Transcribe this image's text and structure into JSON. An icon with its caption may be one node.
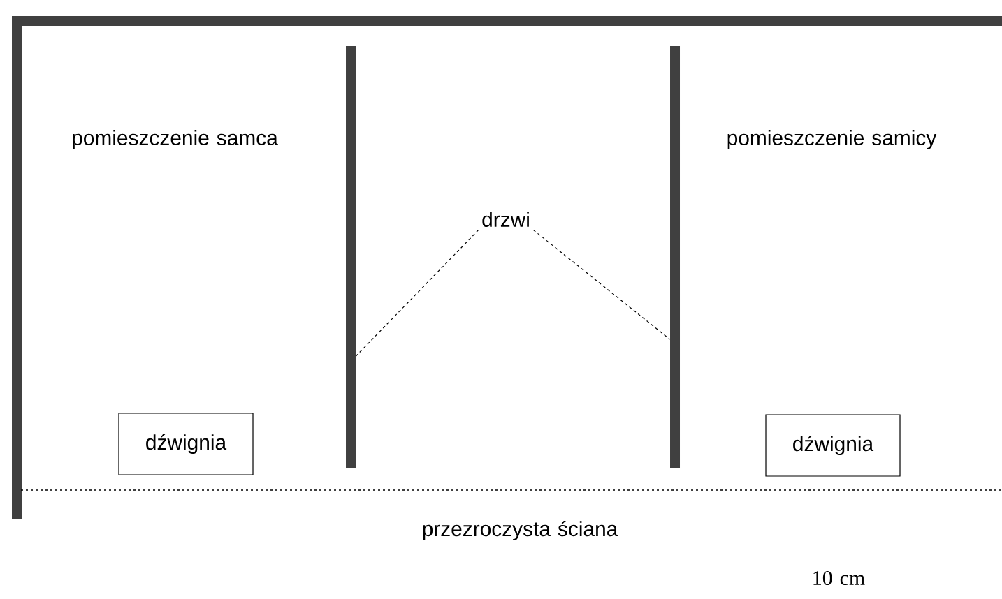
{
  "diagram": {
    "nodes": [
      {
        "text": [],
        "shape": "bar"
      },
      {
        "text": [
          "drzwi"
        ]
      },
      {
        "text": [],
        "shape": "bar"
      },
      {
        "text": [
          "dźwignia"
        ]
      },
      {
        "text": [
          "dźwignia"
        ]
      }
    ],
    "edges": [
      {
        "from": 1,
        "to": 0,
        "arrow": "none",
        "style": "dashed"
      },
      {
        "from": 1,
        "to": 2,
        "arrow": "none",
        "style": "dashed"
      }
    ],
    "labels": [
      "pomieszczenie samca",
      "pomieszczenie samicy",
      "przezroczysta ściana",
      "10 cm"
    ]
  }
}
